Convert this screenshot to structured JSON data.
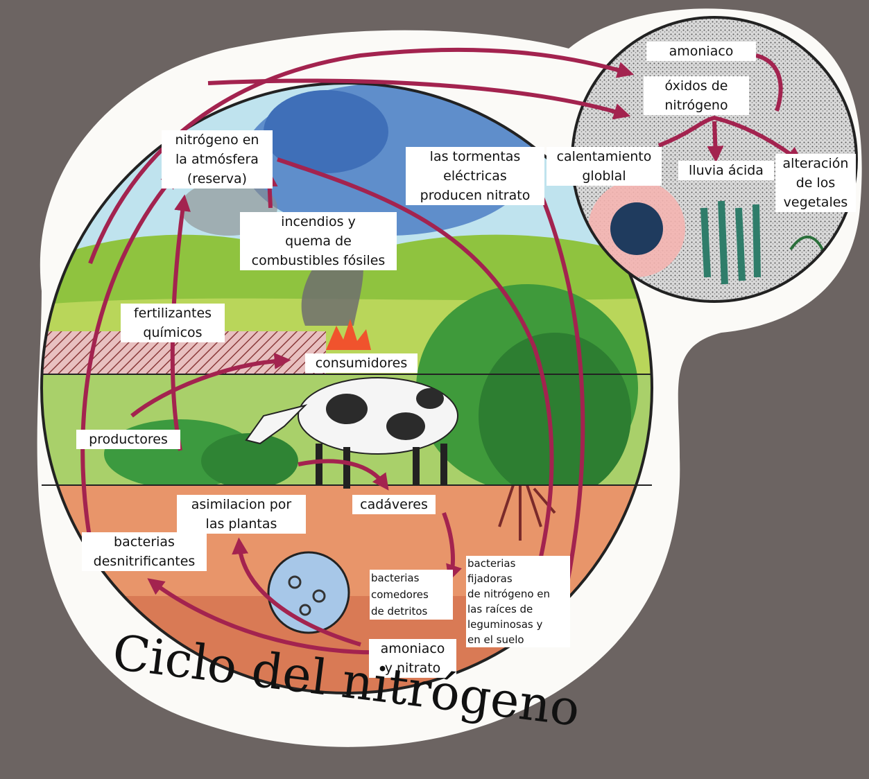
{
  "title": "Ciclo del nitrógeno",
  "labels": {
    "nitrogen_atm": [
      "nitrógeno en",
      "la atmósfera",
      "(reserva)"
    ],
    "storms": [
      "las tormentas",
      "eléctricas",
      "producen nitrato"
    ],
    "fires": [
      "incendios y",
      "quema de",
      "combustibles fósiles"
    ],
    "fertilizers": [
      "fertilizantes",
      "químicos"
    ],
    "consumers": "consumidores",
    "producers": "productores",
    "assimilation": [
      "asimilacion por",
      "las plantas"
    ],
    "cadavers": "cadáveres",
    "denitrifiers": [
      "bacterias",
      "desnitrificantes"
    ],
    "detritivores": [
      "bacterias",
      "comedores",
      "de detritos"
    ],
    "fixers": [
      "bacterias",
      "fijadoras",
      "de nitrógeno en",
      "las raíces de",
      "leguminosas y",
      "en el suelo"
    ],
    "ammonia_nitrate": [
      "amoniaco",
      "y nitrato"
    ],
    "ammonia": "amoniaco",
    "nitrogen_oxides": [
      "óxidos de",
      "nitrógeno"
    ],
    "global_warming": [
      "calentamiento",
      "globlal"
    ],
    "acid_rain": "lluvia ácida",
    "plant_alteration": [
      "alteración",
      "de los",
      "vegetales"
    ]
  },
  "colors": {
    "background": "#6c6462",
    "arrow": "#a3234f",
    "sky": "#bfe3ee",
    "hills": "#8fc33f",
    "soil": "#e8956a",
    "cloud": "#4e7fc4"
  }
}
